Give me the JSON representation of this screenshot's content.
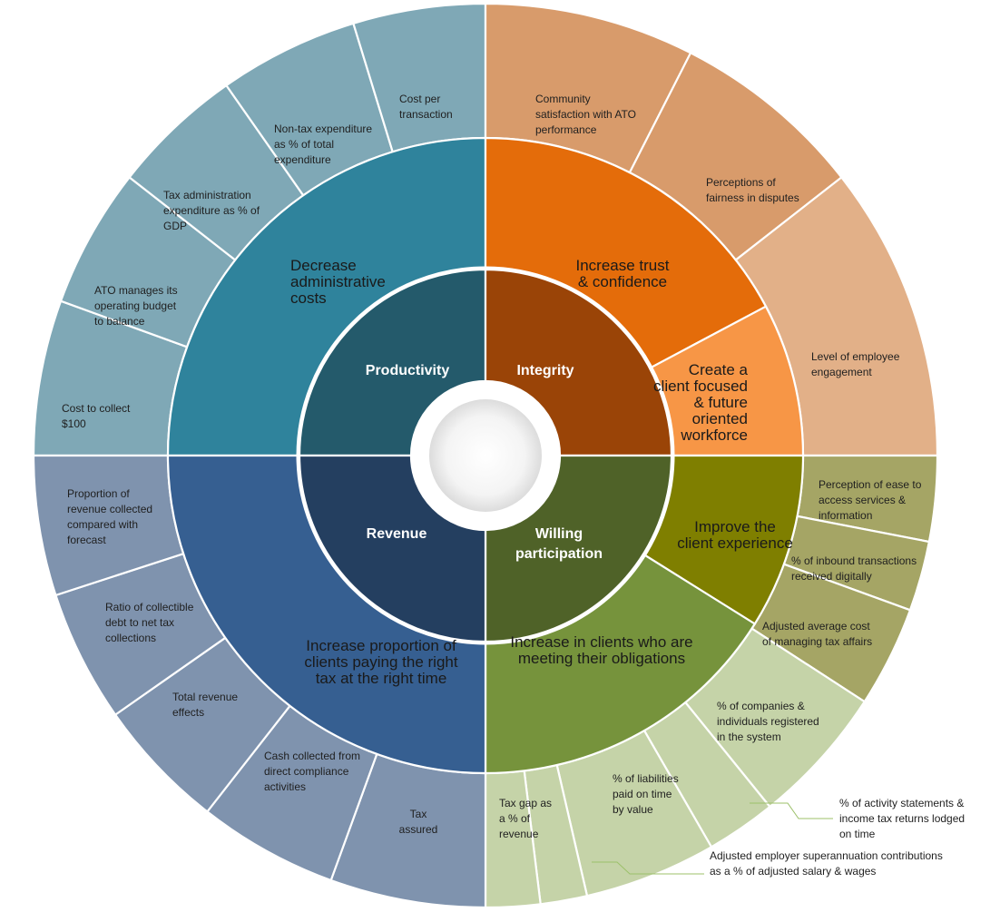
{
  "quadrants": [
    {
      "id": "productivity",
      "label": "Productivity",
      "colors": {
        "inner": "#245a6b",
        "middle": "#2f839c",
        "outer": "#7fa8b6"
      },
      "middle": [
        {
          "lines": [
            "Decrease",
            "administrative",
            "costs"
          ]
        }
      ],
      "outer": [
        {
          "lines": [
            "Cost to collect",
            "$100"
          ]
        },
        {
          "lines": [
            "ATO manages its",
            "operating budget",
            "to balance"
          ]
        },
        {
          "lines": [
            "Tax administration",
            "expenditure as % of",
            "GDP"
          ]
        },
        {
          "lines": [
            "Non-tax expenditure",
            "as % of total",
            "expenditure"
          ]
        },
        {
          "lines": [
            "Cost per",
            "transaction"
          ]
        }
      ]
    },
    {
      "id": "integrity",
      "label": "Integrity",
      "colors": {
        "inner": "#9a4407",
        "middle": "#e46c0a",
        "outer": "#d89b6b"
      },
      "middle": [
        {
          "lines": [
            "Increase trust",
            "& confidence"
          ]
        },
        {
          "lines": [
            "Create a",
            "client focused",
            "& future",
            "oriented",
            "workforce"
          ],
          "color": "#f79646"
        }
      ],
      "outer": [
        {
          "lines": [
            "Community",
            "satisfaction  with ATO",
            "performance"
          ]
        },
        {
          "lines": [
            "Perceptions of",
            "fairness in disputes"
          ]
        },
        {
          "lines": [
            "Level of employee",
            "engagement"
          ],
          "color": "#e2b088"
        }
      ]
    },
    {
      "id": "willing",
      "label": "Willing\nparticipation",
      "colors": {
        "inner": "#4f6228",
        "middle": "#76933c",
        "outer": "#c5d3a8"
      },
      "middle": [
        {
          "lines": [
            "Improve the",
            "client experience"
          ],
          "color": "#7f7f00"
        },
        {
          "lines": [
            "Increase in clients who are",
            "meeting their obligations"
          ]
        }
      ],
      "outer": [
        {
          "lines": [
            "Perception of ease to",
            "access services &",
            "information"
          ],
          "color": "#a5a565"
        },
        {
          "lines": [
            "% of inbound transactions",
            "received digitally"
          ],
          "color": "#a5a565"
        },
        {
          "lines": [
            "Adjusted average cost",
            "of managing tax affairs"
          ],
          "color": "#a5a565"
        },
        {
          "lines": [
            "% of companies &",
            "individuals registered",
            "in the system"
          ]
        },
        {
          "lines": [
            "% of activity statements &",
            "income tax returns lodged",
            "on time"
          ]
        },
        {
          "lines": [
            "% of liabilities",
            "paid on time",
            "by value"
          ]
        },
        {
          "lines": [
            "Adjusted employer superannuation contributions",
            "as  a % of adjusted salary & wages"
          ]
        },
        {
          "lines": [
            "Tax gap as",
            "a % of",
            "revenue"
          ]
        }
      ]
    },
    {
      "id": "revenue",
      "label": "Revenue",
      "colors": {
        "inner": "#243f60",
        "middle": "#365f91",
        "outer": "#7f93ae"
      },
      "middle": [
        {
          "lines": [
            "Increase proportion of",
            "clients paying the right",
            "tax at the right time"
          ]
        }
      ],
      "outer": [
        {
          "lines": [
            "Tax",
            "assured"
          ]
        },
        {
          "lines": [
            "Cash collected from",
            "direct compliance",
            "activities"
          ]
        },
        {
          "lines": [
            "Total revenue",
            "effects"
          ]
        },
        {
          "lines": [
            "Ratio of collectible",
            "debt to net tax",
            "collections"
          ]
        },
        {
          "lines": [
            "Proportion  of",
            "revenue collected",
            "compared with",
            "forecast"
          ]
        }
      ]
    }
  ]
}
